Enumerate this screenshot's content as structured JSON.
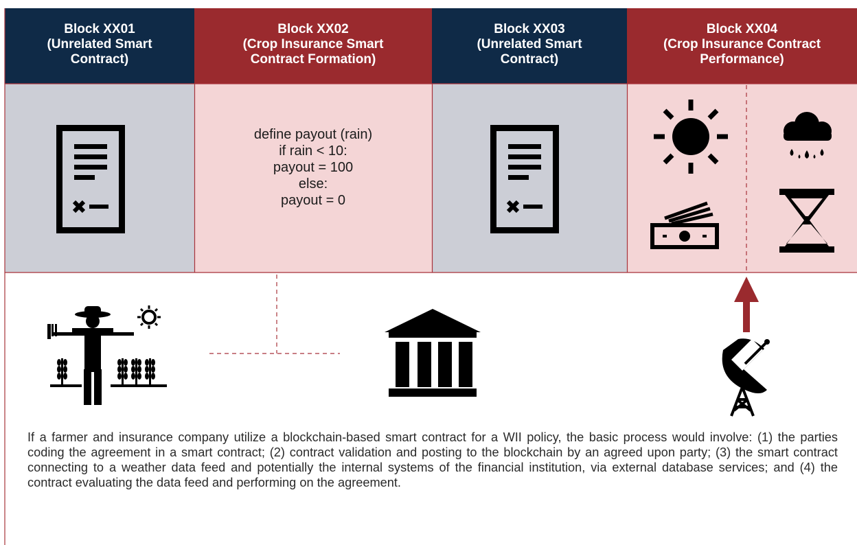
{
  "headers": [
    {
      "line1": "Block XX01",
      "line2": "(Unrelated Smart",
      "line3": "Contract)"
    },
    {
      "line1": "Block XX02",
      "line2": "(Crop Insurance Smart",
      "line3": "Contract Formation)"
    },
    {
      "line1": "Block XX03",
      "line2": "(Unrelated Smart",
      "line3": "Contract)"
    },
    {
      "line1": "Block XX04",
      "line2": "(Crop Insurance Contract",
      "line3": "Performance)"
    }
  ],
  "code": [
    "define payout (rain)",
    "if rain < 10:",
    "payout = 100",
    "else:",
    "payout = 0"
  ],
  "caption": "If a farmer and insurance company utilize a blockchain-based smart contract for a WII policy, the basic process would involve: (1) the parties coding the agreement in a smart contract; (2) contract validation and posting to the blockchain by an agreed upon party; (3) the smart contract connecting to a weather data feed and potentially the internal systems of the financial institution, via external database services; and (4) the contract evaluating the data feed and performing on the agreement.",
  "colors": {
    "navy": "#0f2a47",
    "red": "#9a2a2e",
    "grey": "#ccced6",
    "pink": "#f4d5d6",
    "line": "#a8323a"
  },
  "icons": [
    "document-icon",
    "code-block",
    "document-icon",
    "sun-icon",
    "rain-cloud-icon",
    "money-icon",
    "hourglass-icon",
    "farmer-icon",
    "bank-icon",
    "satellite-dish-icon",
    "up-arrow-icon"
  ]
}
